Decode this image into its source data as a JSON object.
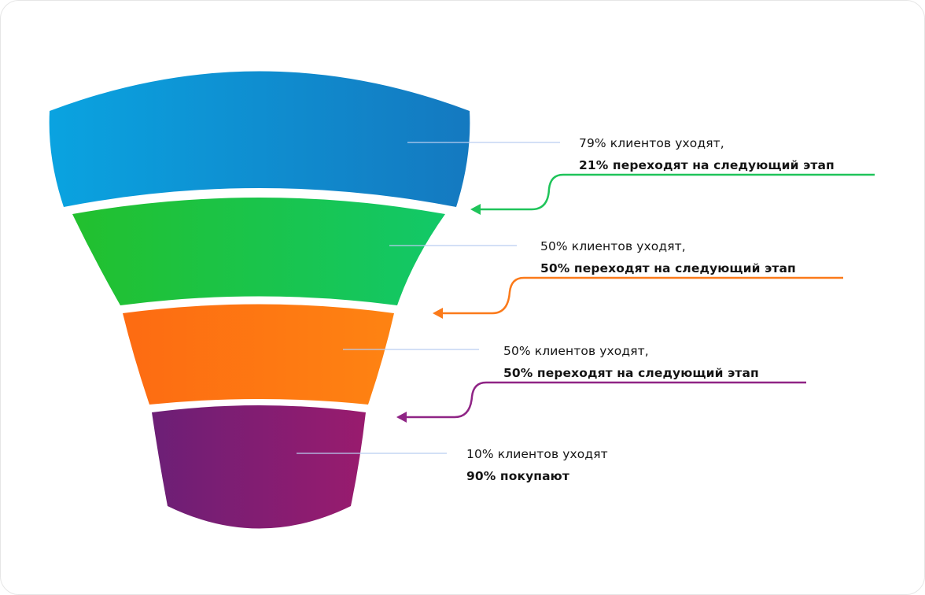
{
  "title": "Воронка продаж",
  "stages": [
    {
      "name": "stage-1",
      "colors": [
        "#0aa3e0",
        "#1479c0"
      ],
      "leave_percent": 79,
      "pass_percent": 21,
      "line1": "79% клиентов уходят,",
      "line2": "21% переходят на следующий этап",
      "arrow_color": "#1fc45a"
    },
    {
      "name": "stage-2",
      "colors": [
        "#22c02e",
        "#12c868"
      ],
      "leave_percent": 50,
      "pass_percent": 50,
      "line1": "50% клиентов уходят,",
      "line2": "50% переходят на следующий этап",
      "arrow_color": "#fb7a1a"
    },
    {
      "name": "stage-3",
      "colors": [
        "#fd6b12",
        "#fe8312"
      ],
      "leave_percent": 50,
      "pass_percent": 50,
      "line1": "50% клиентов уходят,",
      "line2": "50% переходят на следующий этап",
      "arrow_color": "#8f2485"
    },
    {
      "name": "stage-4",
      "colors": [
        "#6c1f76",
        "#991b6e"
      ],
      "leave_percent": 10,
      "pass_percent": 90,
      "line1": "10% клиентов уходят",
      "line2": "90% покупают",
      "arrow_color": null
    }
  ],
  "leader_color": "#b9cdf0"
}
